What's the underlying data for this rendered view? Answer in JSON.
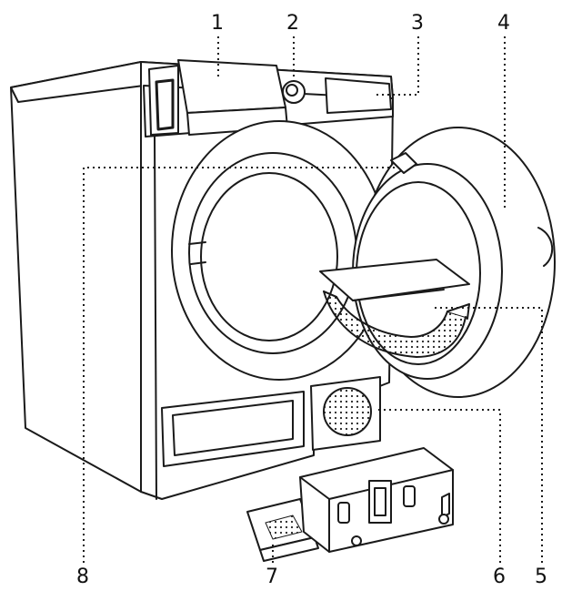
{
  "callouts": [
    {
      "id": "c1",
      "label": "1"
    },
    {
      "id": "c2",
      "label": "2"
    },
    {
      "id": "c3",
      "label": "3"
    },
    {
      "id": "c4",
      "label": "4"
    },
    {
      "id": "c5",
      "label": "5"
    },
    {
      "id": "c6",
      "label": "6"
    },
    {
      "id": "c7",
      "label": "7"
    },
    {
      "id": "c8",
      "label": "8"
    }
  ],
  "colors": {
    "line": "#1a1a1a",
    "fill": "#ffffff",
    "shade": "#9a9a9a",
    "dark": "#3a3a3a"
  }
}
